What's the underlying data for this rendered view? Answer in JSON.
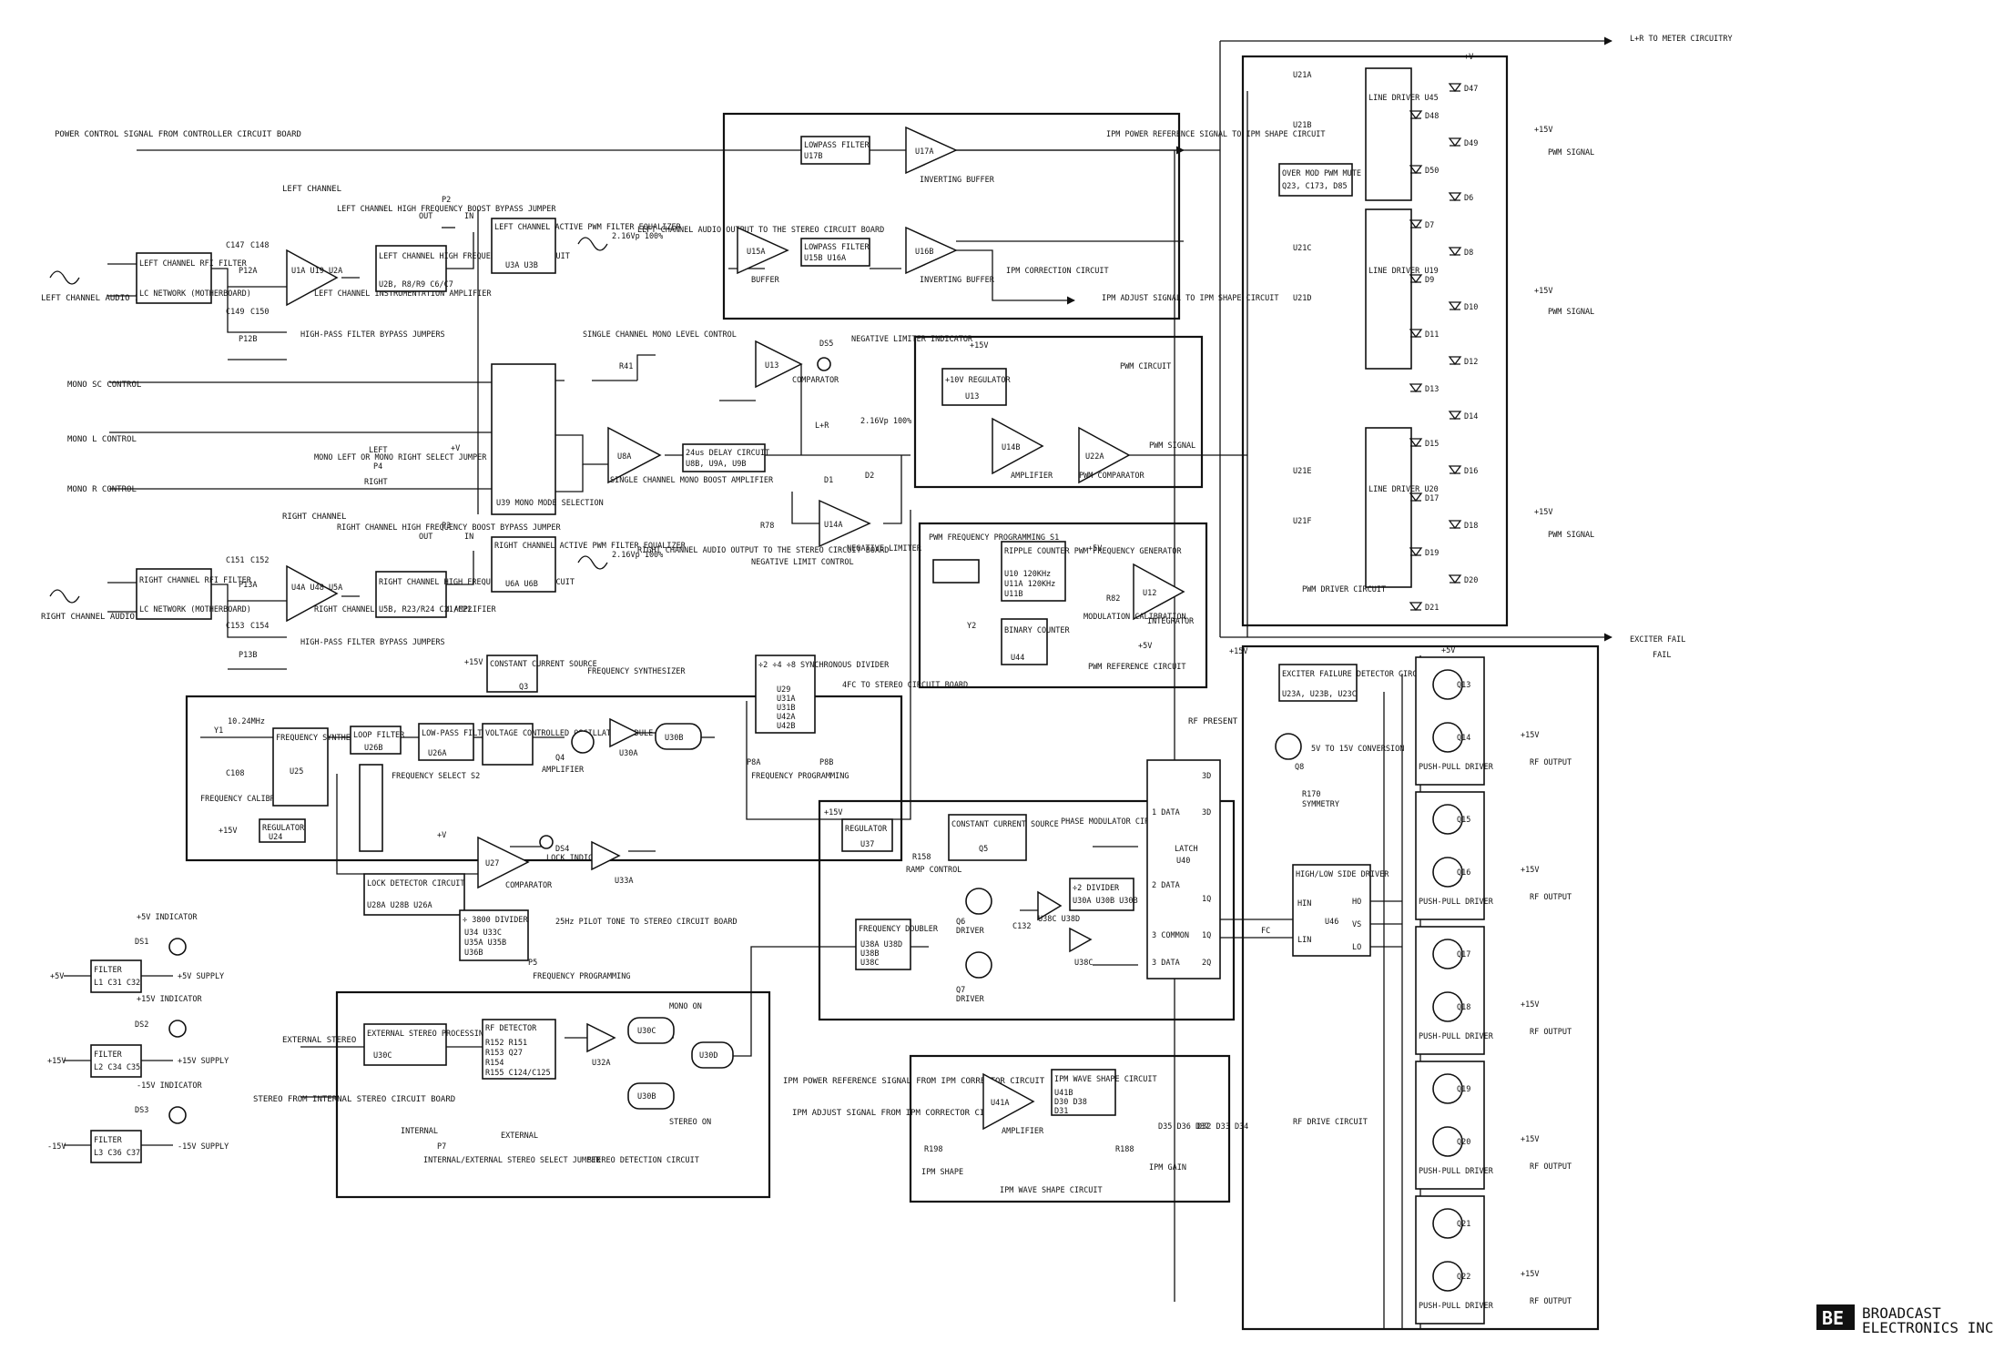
{
  "inputs": {
    "left_audio": "LEFT CHANNEL AUDIO INPUT",
    "right_audio": "RIGHT CHANNEL AUDIO INPUT",
    "power_control": "POWER CONTROL SIGNAL FROM CONTROLLER CIRCUIT BOARD",
    "mono_sc": "MONO SC CONTROL",
    "mono_l": "MONO L CONTROL",
    "mono_r": "MONO R CONTROL",
    "external_stereo": "EXTERNAL STEREO",
    "stereo_internal": "STEREO FROM INTERNAL STEREO CIRCUIT BOARD",
    "ipm_power_ref": "IPM POWER REFERENCE SIGNAL FROM IPM CORRECTOR CIRCUIT",
    "ipm_adjust": "IPM ADJUST SIGNAL FROM IPM CORRECTOR CIRCUIT",
    "rf_present": "RF PRESENT"
  },
  "left_channel": {
    "heading": "LEFT CHANNEL",
    "rfi_filter": "LEFT CHANNEL RFI FILTER",
    "lc_network": "LC NETWORK (MOTHERBOARD)",
    "amp": "U1A U19 U2A",
    "amp_label": "LEFT CHANNEL INSTRUMENTATION AMPLIFIER",
    "boost": "LEFT CHANNEL HIGH FREQUENCY BOOST CIRCUIT",
    "boost_parts": "U2B, R8/R9 C6/C7",
    "jumper": "LEFT CHANNEL HIGH FREQUENCY BOOST BYPASS JUMPER",
    "pwm_filter": "LEFT CHANNEL ACTIVE PWM FILTER EQUALIZER",
    "pwm_filter_parts": "U3A U3B",
    "output": "LEFT CHANNEL AUDIO OUTPUT TO THE STEREO CIRCUIT BOARD",
    "level": "2.16Vp 100%",
    "caps_top": [
      "C147",
      "C148"
    ],
    "caps_bottom": [
      "C149",
      "C150"
    ],
    "jumper_top": "P12A",
    "jumper_bottom": "P12B",
    "jumper_ref": "P2",
    "out_in": [
      "OUT",
      "IN"
    ]
  },
  "right_channel": {
    "heading": "RIGHT CHANNEL",
    "rfi_filter": "RIGHT CHANNEL RFI FILTER",
    "lc_network": "LC NETWORK (MOTHERBOARD)",
    "amp": "U4A U48 U5A",
    "amp_label": "RIGHT CHANNEL INSTRUMENTATION AMPLIFIER",
    "boost": "RIGHT CHANNEL HIGH FREQUENCY BOOST CIRCUIT",
    "boost_parts": "U5B, R23/R24 C21/C22",
    "jumper": "RIGHT CHANNEL HIGH FREQUENCY BOOST BYPASS JUMPER",
    "pwm_filter": "RIGHT CHANNEL ACTIVE PWM FILTER EQUALIZER",
    "pwm_filter_parts": "U6A U6B",
    "output": "RIGHT CHANNEL AUDIO OUTPUT TO THE STEREO CIRCUIT BOARD",
    "level": "2.16Vp 100%",
    "caps_top": [
      "C151",
      "C152"
    ],
    "caps_bottom": [
      "C153",
      "C154"
    ],
    "jumper_top": "P13A",
    "jumper_bottom": "P13B",
    "jumper_ref": "P3",
    "out_in": [
      "OUT",
      "IN"
    ]
  },
  "highpass_jumpers": "HIGH-PASS FILTER BYPASS JUMPERS",
  "mono": {
    "mode_selection": "U39 MONO MODE SELECTION",
    "level_control": "SINGLE CHANNEL MONO LEVEL CONTROL",
    "r41": "R41",
    "u8a": "U8A",
    "boost_amp": "SINGLE CHANNEL MONO BOOST AMPLIFIER",
    "select_jumper": "MONO LEFT OR MONO RIGHT SELECT JUMPER",
    "p4": "P4",
    "left": "LEFT",
    "right": "RIGHT",
    "plus_v": "+V"
  },
  "delay": {
    "label": "24us DELAY CIRCUIT",
    "parts": "U8B, U9A, U9B"
  },
  "limiter": {
    "u13": "U13",
    "comparator": "COMPARATOR",
    "ds5": "DS5",
    "indicator": "NEGATIVE LIMITER INDICATOR",
    "level": "2.16Vp 100%",
    "lr": "L+R",
    "d1": "D1",
    "d2": "D2",
    "u14a": "U14A",
    "neg_limiter": "NEGATIVE LIMITER",
    "r78": "R78",
    "neg_limit_control": "NEGATIVE LIMIT CONTROL"
  },
  "ipm_correction": {
    "title": "IPM CORRECTION CIRCUIT",
    "lowpass1": "LOWPASS FILTER",
    "lowpass1_parts": "U17B",
    "u17a": "U17A",
    "inv_buffer1": "INVERTING BUFFER",
    "ref_out": "IPM POWER REFERENCE SIGNAL TO IPM SHAPE CIRCUIT",
    "u15a": "U15A",
    "buffer": "BUFFER",
    "lowpass2": "LOWPASS FILTER",
    "lowpass2_parts": "U15B U16A",
    "u16b": "U16B",
    "inv_buffer2": "INVERTING BUFFER",
    "adjust_out": "IPM ADJUST SIGNAL TO IPM SHAPE CIRCUIT"
  },
  "pwm_circuit": {
    "title": "PWM CIRCUIT",
    "plus15": "+15V",
    "regulator": "+10V REGULATOR",
    "u13": "U13",
    "u14b": "U14B",
    "amplifier": "AMPLIFIER",
    "u22a": "U22A",
    "comparator": "PWM COMPARATOR",
    "pwm_signal": "PWM SIGNAL"
  },
  "pwm_freq": {
    "switch_label": "PWM FREQUENCY PROGRAMMING S1",
    "ripple": "RIPPLE COUNTER PWM FREQUENCY GENERATOR",
    "ripple_parts": [
      "U10 120KHz",
      "U11A 120KHz",
      "U11B"
    ],
    "plus5": "+5V",
    "u12": "U12",
    "integrator": "INTEGRATOR",
    "r82": "R82",
    "mod_cal": "MODULATION CALIBRATION",
    "y2": "Y2",
    "binary": "BINARY COUNTER",
    "u44": "U44",
    "ref": "PWM REFERENCE CIRCUIT",
    "plus5b": "+5V"
  },
  "pwm_driver": {
    "title": "PWM DRIVER CIRCUIT",
    "meter": "L+R TO METER CIRCUITRY",
    "gates_top": [
      "U21A",
      "U21B"
    ],
    "gates_mid": [
      "U21C",
      "U21D"
    ],
    "gates_bot": [
      "U21E",
      "U21F"
    ],
    "drivers": [
      "LINE DRIVER U45",
      "LINE DRIVER U19",
      "LINE DRIVER U20"
    ],
    "over_mod": "OVER MOD PWM MUTE",
    "over_mod_parts": "Q23, C173, D85",
    "diodes": [
      "D47",
      "D48",
      "D49",
      "D50",
      "D6",
      "D7",
      "D8",
      "D9",
      "D10",
      "D11",
      "D12",
      "D13",
      "D14",
      "D15",
      "D16",
      "D17",
      "D18",
      "D19",
      "D20",
      "D21"
    ],
    "plus15": "+15V",
    "plus_v": "+V",
    "pwm_signal": "PWM SIGNAL"
  },
  "exciter": {
    "label": "EXCITER FAILURE DETECTOR CIRCUIT",
    "parts": "U23A, U23B, U23C",
    "plus15": "+15V",
    "out": "EXCITER FAIL",
    "fail": "FAIL"
  },
  "conversion": {
    "q8": "Q8",
    "label": "5V TO 15V CONVERSION"
  },
  "synth": {
    "title": "FREQUENCY SYNTHESIZER",
    "plus15": "+15V",
    "ccs": "CONSTANT CURRENT SOURCE",
    "q3": "Q3",
    "divider": "÷2 ÷4 ÷8 SYNCHRONOUS DIVIDER",
    "divider_parts": [
      "U29",
      "U31A",
      "U31B",
      "U42A",
      "U42B"
    ],
    "stereo_out": "4FC TO STEREO CIRCUIT BOARD",
    "p8a": "P8A",
    "p8b": "P8B",
    "freq_prog": "FREQUENCY PROGRAMMING",
    "y1": "Y1",
    "xtal": "10.24MHz",
    "c108": "C108",
    "freq_cal": "FREQUENCY CALIBRATION",
    "synthesizer": "FREQUENCY SYNTHESIZER",
    "u25": "U25",
    "loop": "LOOP FILTER",
    "loop_parts": "U26B",
    "lowpass": "LOW-PASS FILTER",
    "lowpass_parts": "U26A",
    "vco": "VOLTAGE CONTROLLED OSCILLATOR MODULE",
    "q4": "Q4",
    "amplifier": "AMPLIFIER",
    "u30a": "U30A",
    "u30b": "U30B",
    "freq_select": "FREQUENCY SELECT S2",
    "plus15b": "+15V",
    "regulator": "REGULATOR",
    "u24": "U24",
    "plus_v": "+V"
  },
  "lock": {
    "plus_v": "+V",
    "u27": "U27",
    "comparator": "COMPARATOR",
    "ds4": "DS4",
    "indicator": "LOCK INDICATOR",
    "u33a": "U33A",
    "detector": "LOCK DETECTOR CIRCUIT",
    "detector_parts": "U28A U28B U26A",
    "divider": "÷ 3800 DIVIDER",
    "divider_parts": [
      "U34 U33C",
      "U35A U35B",
      "U36B"
    ],
    "pilot": "25Hz PILOT TONE TO STEREO CIRCUIT BOARD",
    "p5": "P5",
    "freq_prog": "FREQUENCY PROGRAMMING"
  },
  "supplies": [
    {
      "ind": "+5V INDICATOR",
      "ds": "DS1",
      "in": "+5V",
      "filter": "FILTER",
      "parts": "L1 C31 C32",
      "out": "+5V SUPPLY"
    },
    {
      "ind": "+15V INDICATOR",
      "ds": "DS2",
      "in": "+15V",
      "filter": "FILTER",
      "parts": "L2 C34 C35",
      "out": "+15V SUPPLY"
    },
    {
      "ind": "-15V INDICATOR",
      "ds": "DS3",
      "in": "-15V",
      "filter": "FILTER",
      "parts": "L3 C36 C37",
      "out": "-15V SUPPLY"
    }
  ],
  "stereo_detect": {
    "title": "STEREO DETECTION CIRCUIT",
    "ext": "EXTERNAL STEREO PROCESSING",
    "ext_parts": "U30C",
    "rf": "RF DETECTOR",
    "rf_parts": [
      "R152 R151",
      "R153 Q27",
      "R154",
      "R155 C124/C125"
    ],
    "u32a": "U32A",
    "u30c": "U30C",
    "u30d": "U30D",
    "u30b": "U30B",
    "mono_on": "MONO ON",
    "stereo_on": "STEREO ON",
    "internal": "INTERNAL",
    "external": "EXTERNAL",
    "p7": "P7",
    "jumper": "INTERNAL/EXTERNAL STEREO SELECT JUMPER"
  },
  "ipm_shape": {
    "title": "IPM WAVE SHAPE CIRCUIT",
    "u41a": "U41A",
    "amplifier": "AMPLIFIER",
    "block": "IPM WAVE SHAPE CIRCUIT",
    "parts": [
      "U41B",
      "D30 D38",
      "D31"
    ],
    "r198": "R198",
    "ipm_shape": "IPM SHAPE",
    "r188": "R188",
    "ipm_gain": "IPM GAIN",
    "caps": [
      "D35 D36 D37",
      "D32 D33 D34"
    ]
  },
  "phase_mod": {
    "title": "PHASE MODULATOR CIRCUIT",
    "plus15": "+15V",
    "regulator": "REGULATOR",
    "u37": "U37",
    "r158": "R158",
    "ramp": "RAMP CONTROL",
    "ccs": "CONSTANT CURRENT SOURCE",
    "q5": "Q5",
    "q6": "Q6",
    "driver": "DRIVER",
    "q7": "Q7",
    "driver2": "DRIVER",
    "c132": "C132",
    "u38c": "U38C U38D",
    "divider": "÷2 DIVIDER",
    "divider_parts": "U30A U30B U30B",
    "u38c2": "U38C",
    "doubler": "FREQUENCY DOUBLER",
    "doubler_parts": [
      "U38A U38D",
      "U38B",
      "U38C"
    ]
  },
  "latch": {
    "title": "LATCH",
    "u40": "U40",
    "pins_left": [
      "1 DATA",
      "2 DATA",
      "3 COMMON",
      "3 DATA"
    ],
    "pins_right": [
      "3D",
      "3D",
      "1Q",
      "1Q",
      "2Q"
    ],
    "fc": "FC",
    "r170": "R170",
    "symmetry": "SYMMETRY"
  },
  "hl_driver": {
    "title": "HIGH/LOW SIDE DRIVER",
    "pins": [
      "HIN",
      "LIN",
      "HO",
      "VS",
      "LO"
    ],
    "u46": "U46"
  },
  "rf_drive": {
    "title": "RF DRIVE CIRCUIT",
    "stages": [
      {
        "q_top": "Q13",
        "q_bot": "Q14",
        "driver": "PUSH-PULL DRIVER"
      },
      {
        "q_top": "Q15",
        "q_bot": "Q16",
        "driver": "PUSH-PULL DRIVER"
      },
      {
        "q_top": "Q17",
        "q_bot": "Q18",
        "driver": "PUSH-PULL DRIVER"
      },
      {
        "q_top": "Q19",
        "q_bot": "Q20",
        "driver": "PUSH-PULL DRIVER"
      },
      {
        "q_top": "Q21",
        "q_bot": "Q22",
        "driver": "PUSH-PULL DRIVER"
      }
    ],
    "plus5": "+5V",
    "plus15": "+15V",
    "rf_output": "RF OUTPUT"
  },
  "logo": {
    "mark": "BE",
    "line1": "BROADCAST",
    "line2": "ELECTRONICS INC"
  }
}
